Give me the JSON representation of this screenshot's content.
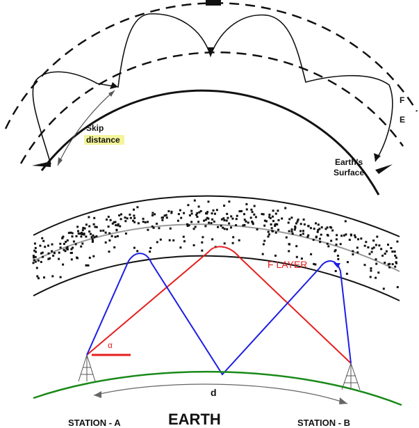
{
  "top_diagram": {
    "layer_f_label": "F",
    "layer_e_label": "E",
    "skip_label_line1": "Skip",
    "skip_label_line2": "distance",
    "surface_label_line1": "Earth's",
    "surface_label_line2": "Surface",
    "highlight_color": "#f4f49a"
  },
  "bottom_diagram": {
    "f_layer_label": "F  LAYER",
    "angle_label": "α",
    "distance_label": "d",
    "station_a_label": "STATION - A",
    "station_b_label": "STATION - B",
    "earth_label": "EARTH",
    "colors": {
      "blue_path": "#1e1ee6",
      "red_path": "#e61e1e",
      "earth_line": "#1a8a1a"
    }
  }
}
